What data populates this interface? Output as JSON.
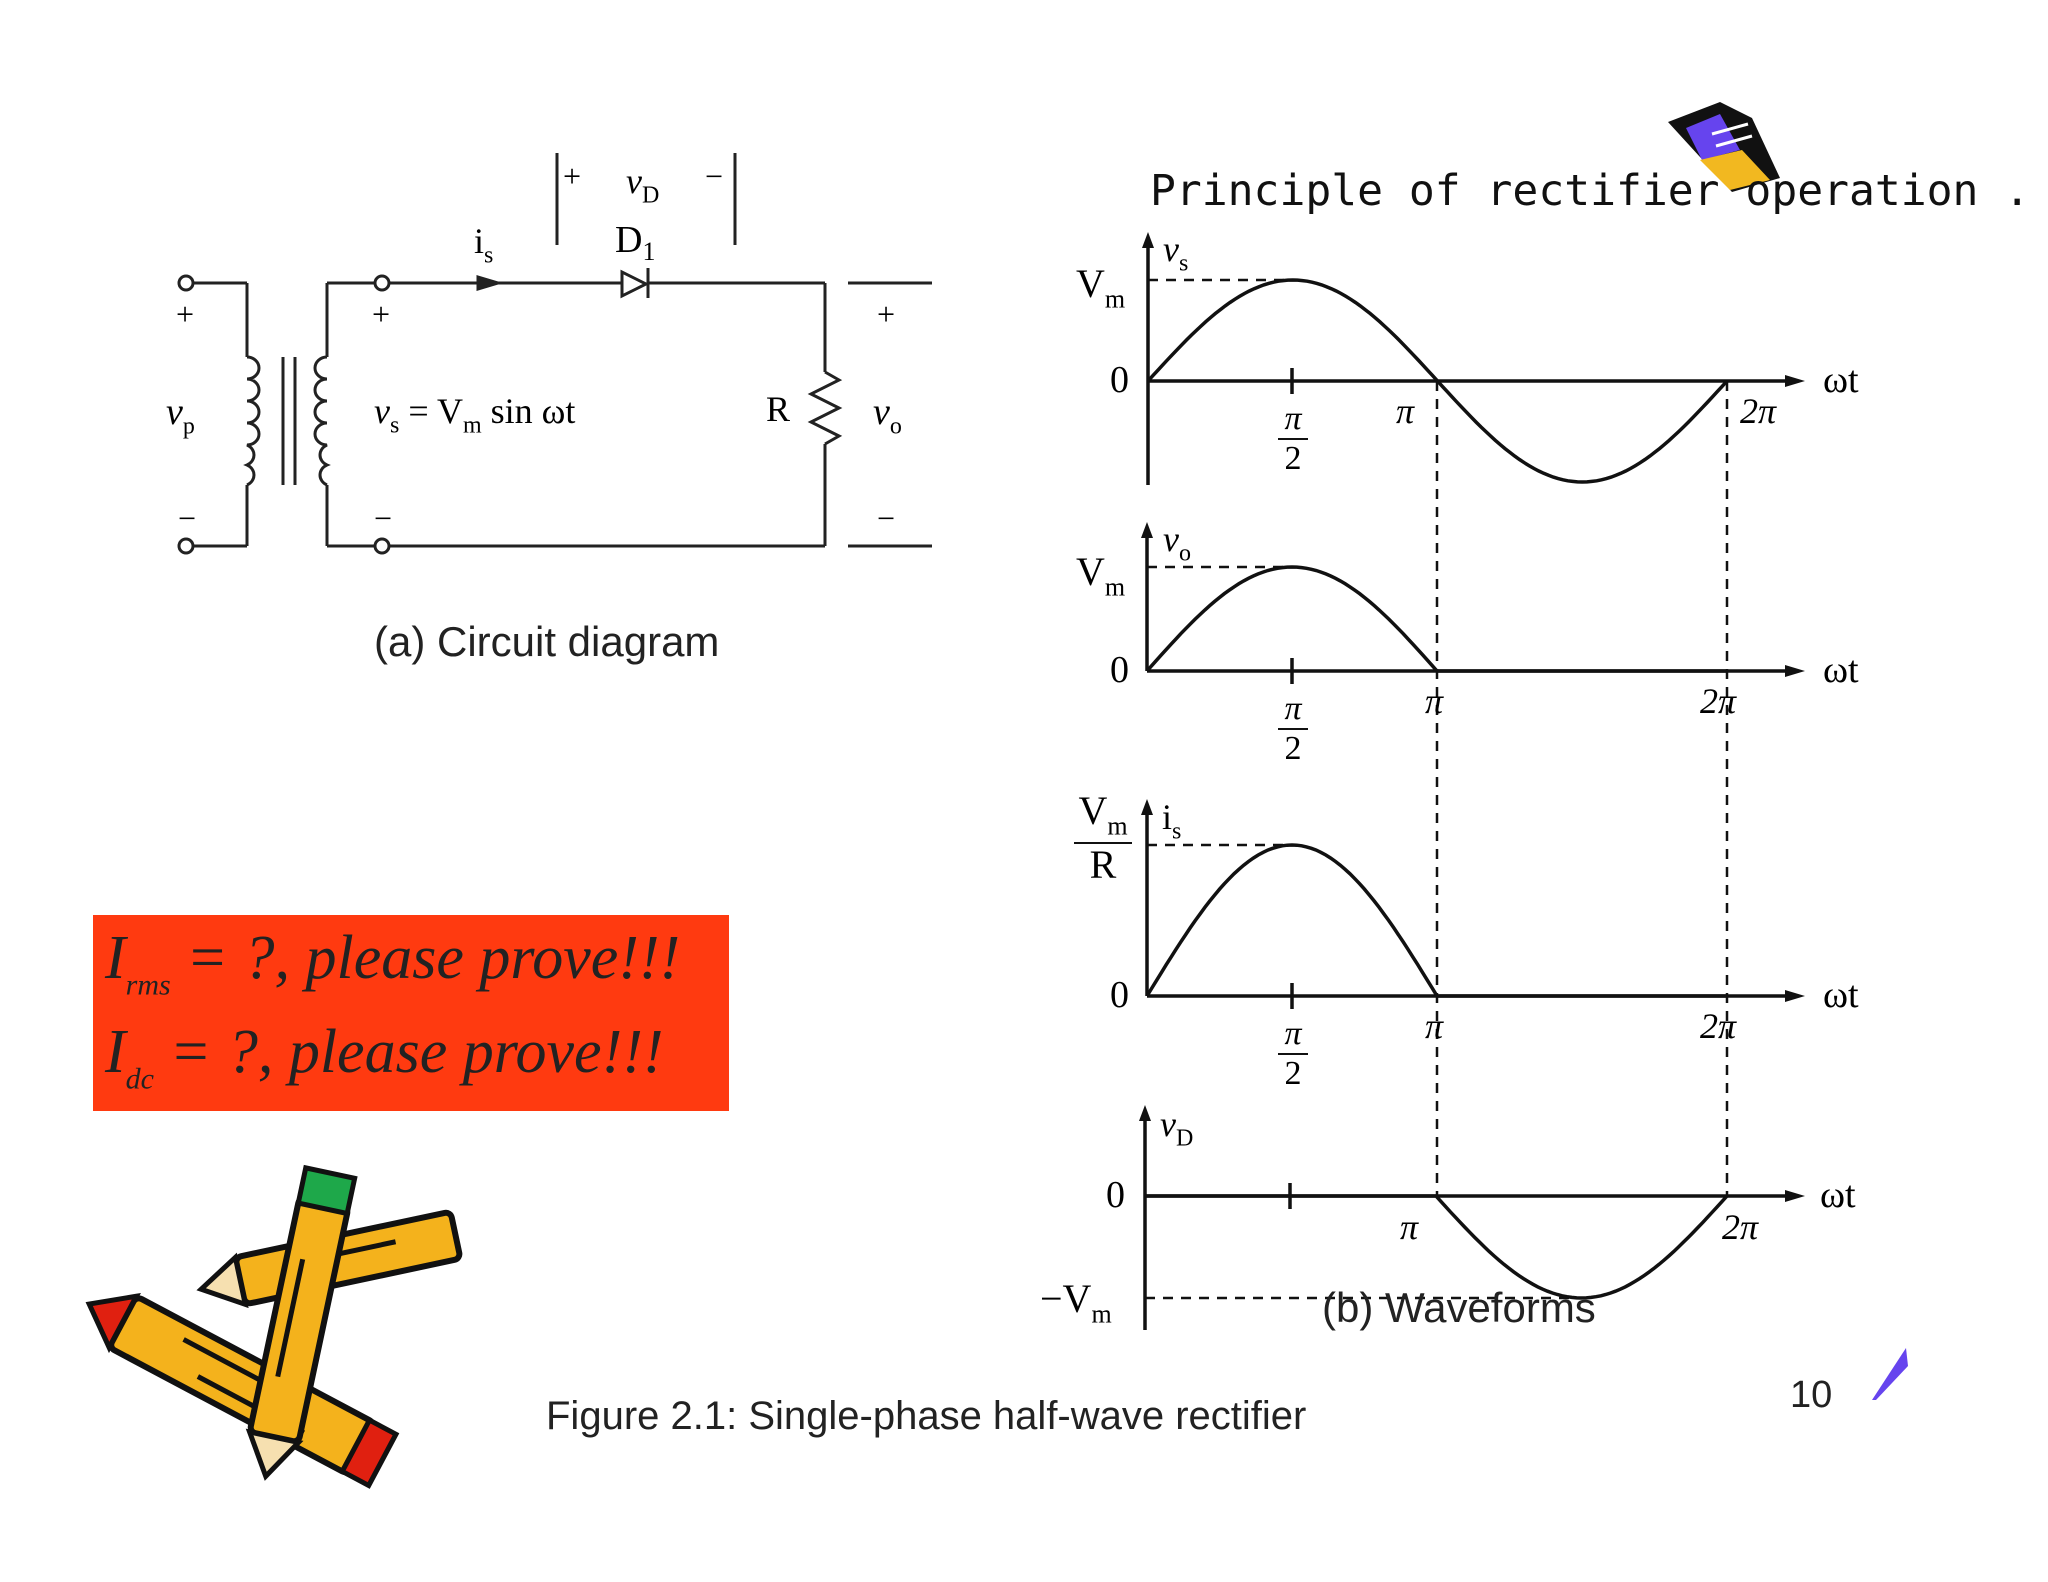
{
  "circuit": {
    "caption": "(a) Circuit diagram",
    "vp_label": "v",
    "vp_sub": "p",
    "vs_eq_label": "v",
    "vs_eq_sub": "s",
    "vs_eq_rest": " = V",
    "vs_eq_sub2": "m",
    "vs_eq_tail": " sin ωt",
    "is_label": "i",
    "is_sub": "s",
    "diode_label": "D",
    "diode_sub": "1",
    "vd_label": "v",
    "vd_sub": "D",
    "plus": "+",
    "minus": "−",
    "r_label": "R",
    "vo_label": "v",
    "vo_sub": "o"
  },
  "heading": "Principle of rectifier operation .",
  "waveforms": {
    "caption": "(b) Waveforms",
    "wt": "ωt",
    "zero": "0",
    "vm": "V",
    "vm_sub": "m",
    "neg_vm": "−V",
    "pi": "π",
    "two_pi": "2π",
    "half_num": "π",
    "half_den": "2",
    "r_den": "R",
    "plots": [
      {
        "signal": "v",
        "sub": "s"
      },
      {
        "signal": "v",
        "sub": "o"
      },
      {
        "signal": "i",
        "sub": "s"
      },
      {
        "signal": "v",
        "sub": "D"
      }
    ]
  },
  "callout": {
    "line1_var": "I",
    "line1_sub": "rms",
    "line1_text": " = ?, please prove!!!",
    "line2_var": "I",
    "line2_sub": "dc",
    "line2_text": " = ?, please prove!!!",
    "bg_color": "#ff3a10"
  },
  "figure_caption": "Figure 2.1: Single-phase half-wave rectifier",
  "page_number": "10",
  "icons": [
    "book-clipart-icon",
    "pencils-clipart-icon",
    "corner-swoosh-icon"
  ]
}
